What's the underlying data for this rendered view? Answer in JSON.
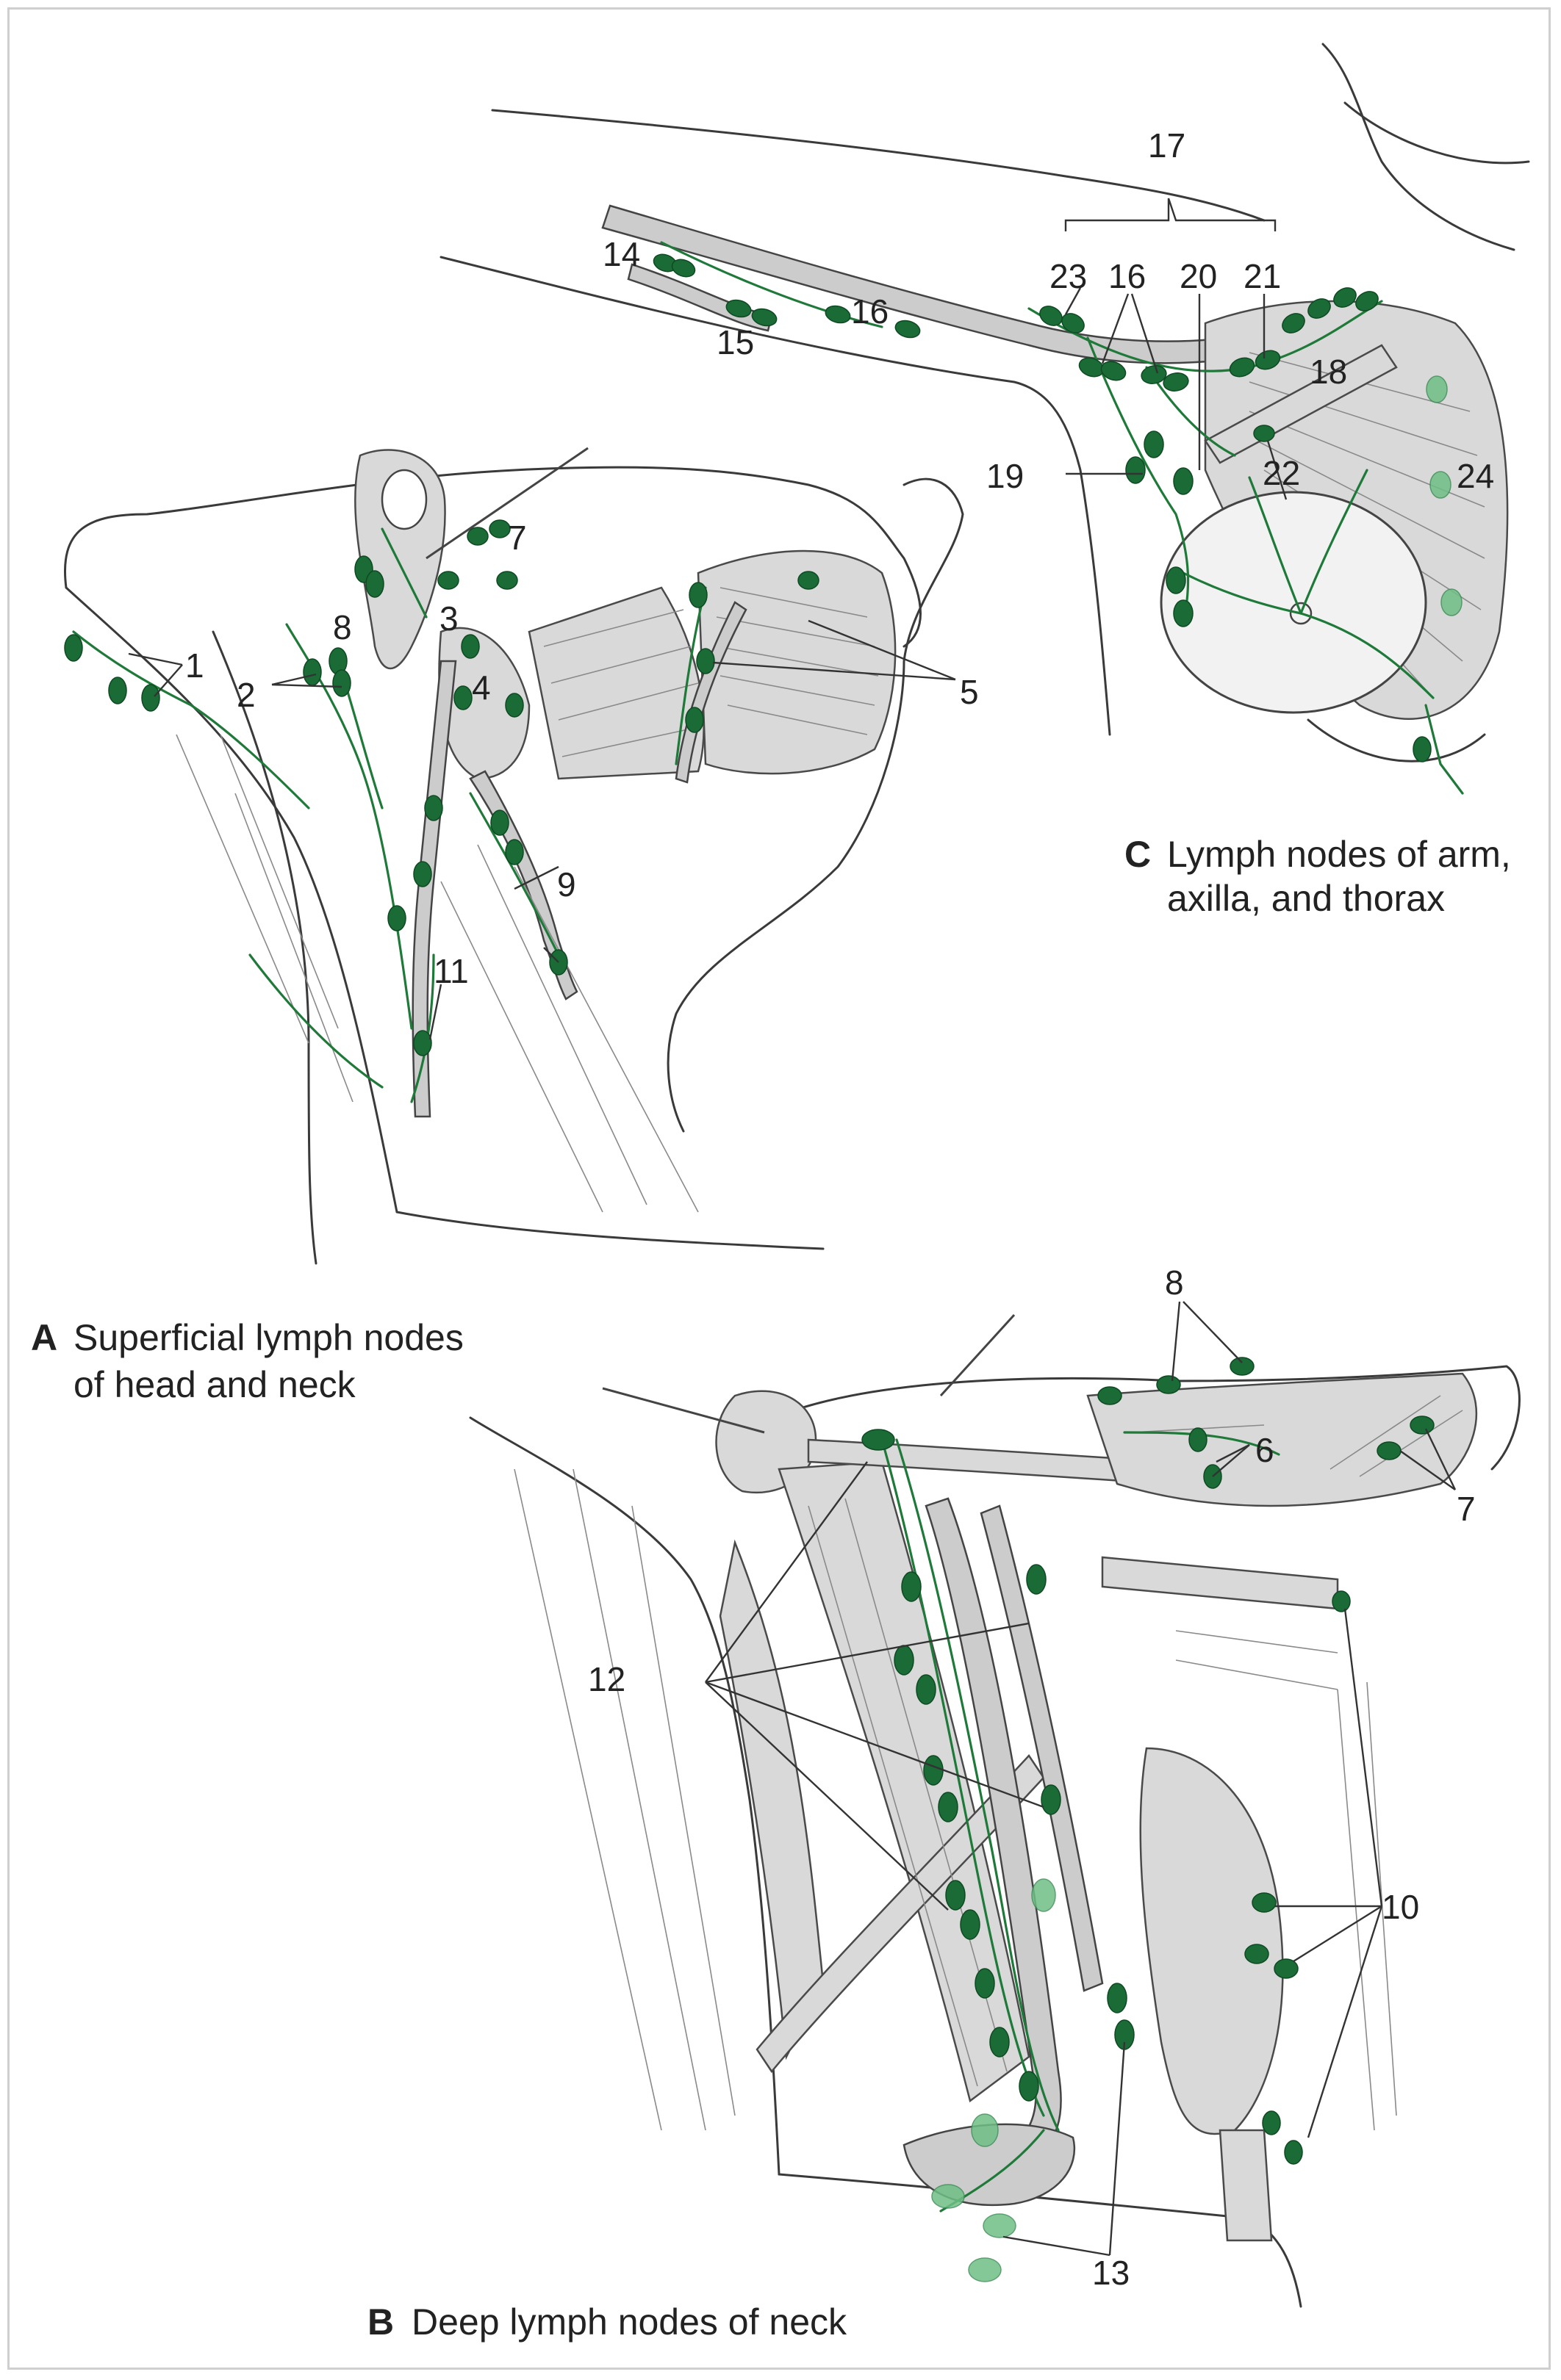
{
  "colors": {
    "lymph_node": "#1a6b35",
    "lymph_node_light": "#6fbf86",
    "lymph_vessel": "#1f7a3a",
    "line_art": "#3a3a3a",
    "frame": "#cfcfcf",
    "background": "#ffffff"
  },
  "panels": {
    "a": {
      "letter": "A",
      "caption_line1": "Superficial lymph nodes",
      "caption_line2": "of head and neck"
    },
    "b": {
      "letter": "B",
      "caption_line1": "Deep lymph nodes of neck"
    },
    "c": {
      "letter": "C",
      "caption_line1": "Lymph nodes of arm,",
      "caption_line2": "axilla, and thorax"
    }
  },
  "labels": {
    "n1": "1",
    "n2": "2",
    "n3": "3",
    "n4": "4",
    "n5": "5",
    "n6": "6",
    "n7": "7",
    "n8": "8",
    "n9": "9",
    "n10": "10",
    "n11": "11",
    "n12": "12",
    "n13": "13",
    "n14": "14",
    "n15": "15",
    "n16": "16",
    "n17": "17",
    "n18": "18",
    "n19": "19",
    "n20": "20",
    "n21": "21",
    "n22": "22",
    "n23": "23",
    "n24": "24"
  }
}
